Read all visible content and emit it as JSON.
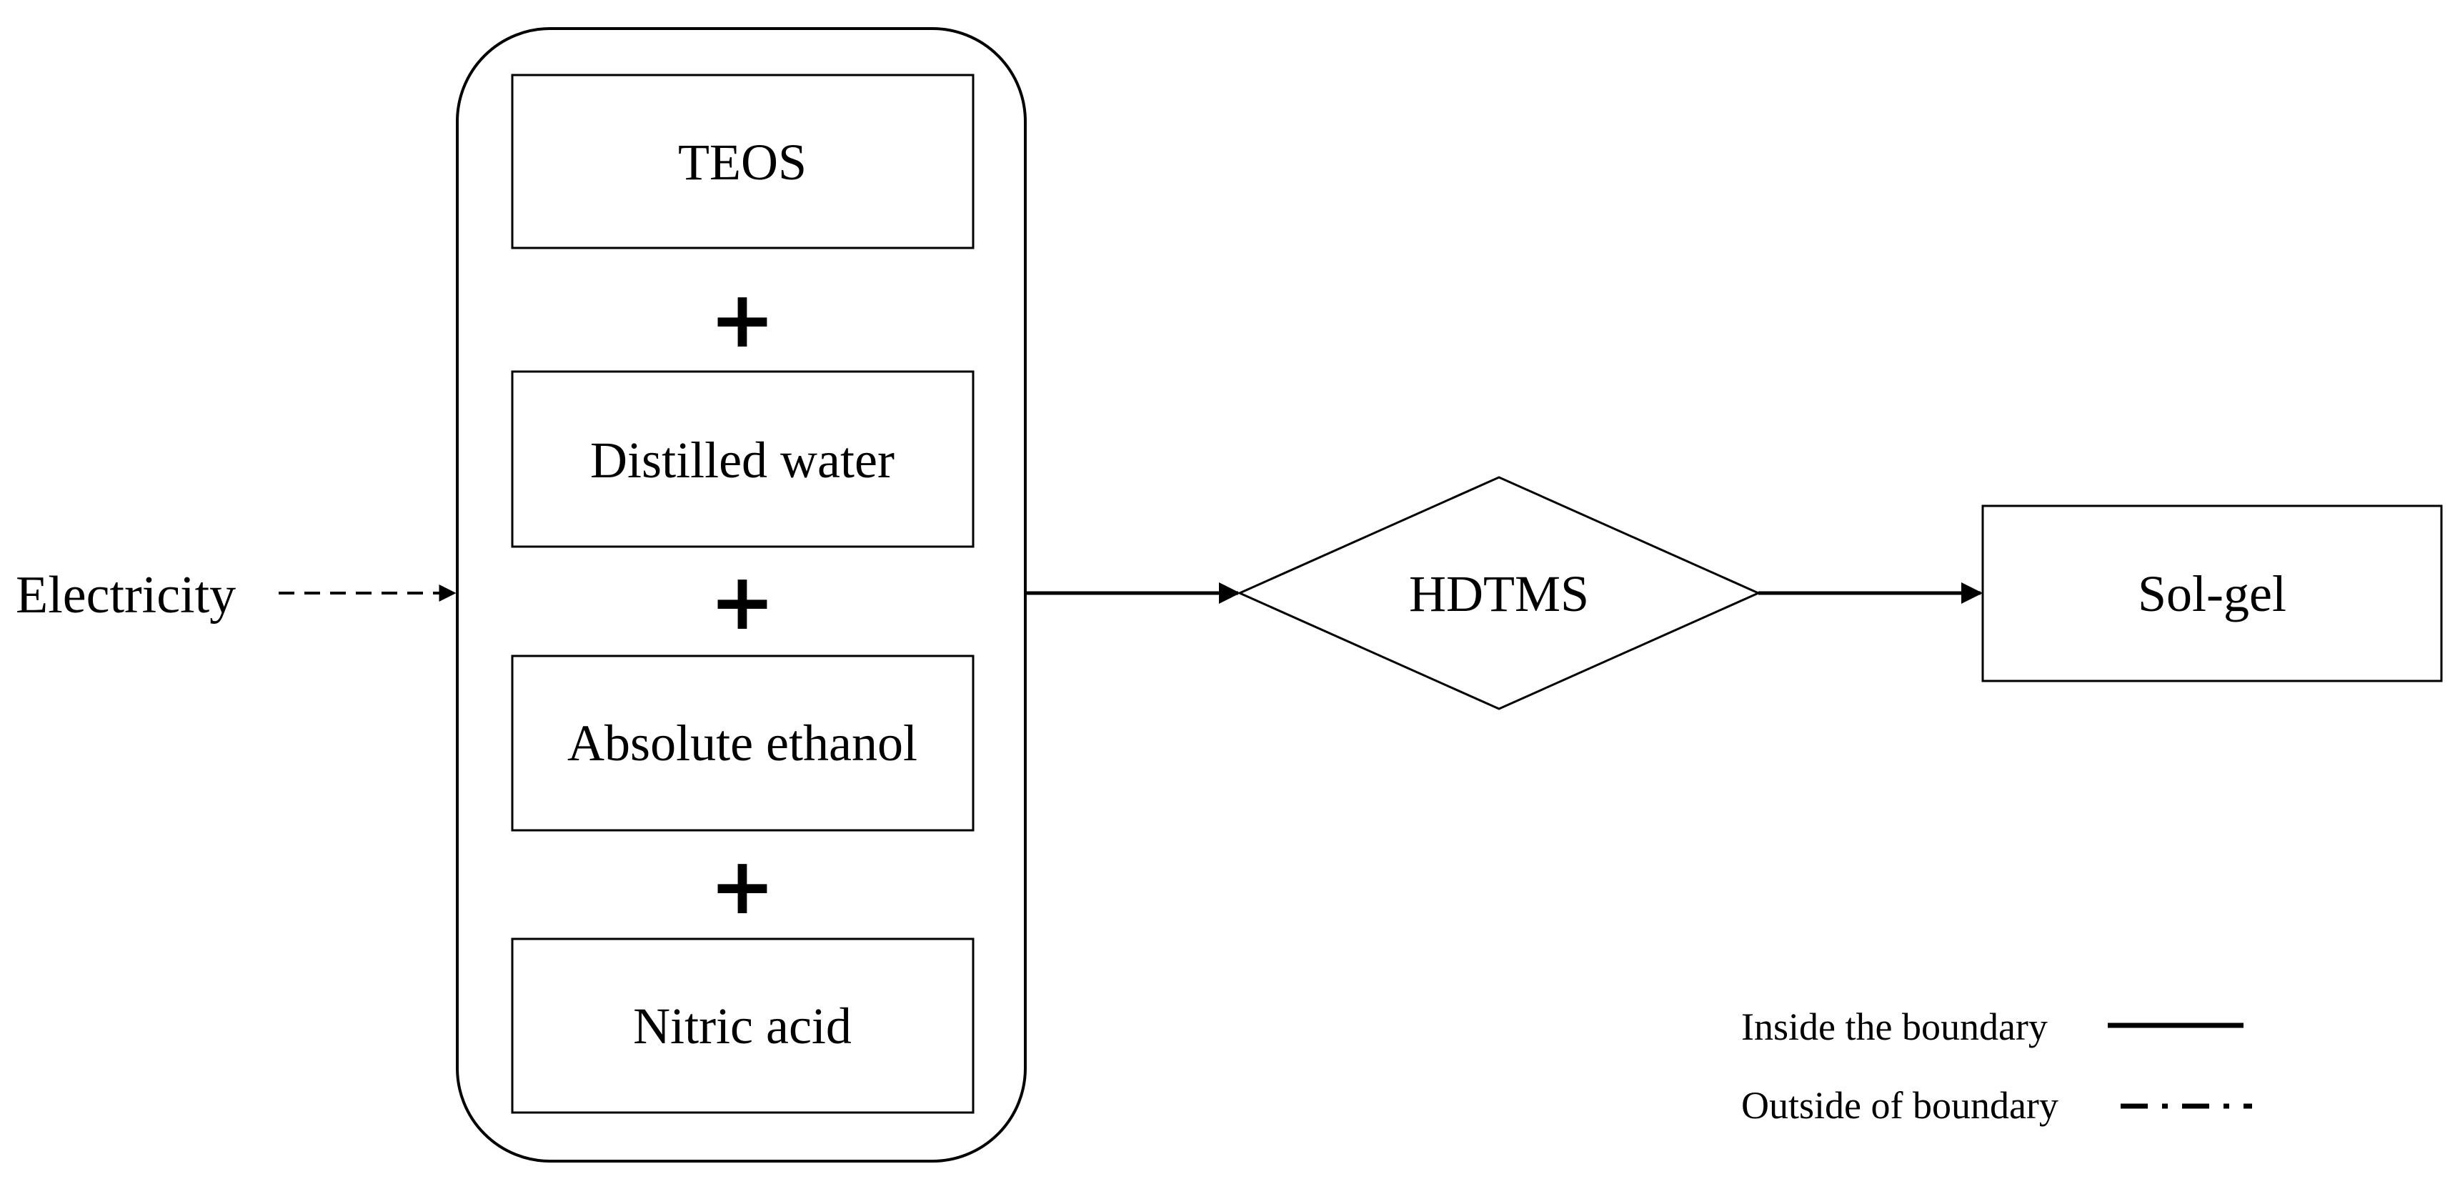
{
  "diagram": {
    "ingredients": [
      {
        "label": "TEOS"
      },
      {
        "label": "Distilled water"
      },
      {
        "label": "Absolute ethanol"
      },
      {
        "label": "Nitric acid"
      }
    ],
    "plus_symbol": "+",
    "input": {
      "label": "Electricity"
    },
    "decision": {
      "label": "HDTMS"
    },
    "output": {
      "label": "Sol-gel"
    },
    "legend": {
      "inside": "Inside the boundary",
      "outside": "Outside of boundary"
    }
  }
}
